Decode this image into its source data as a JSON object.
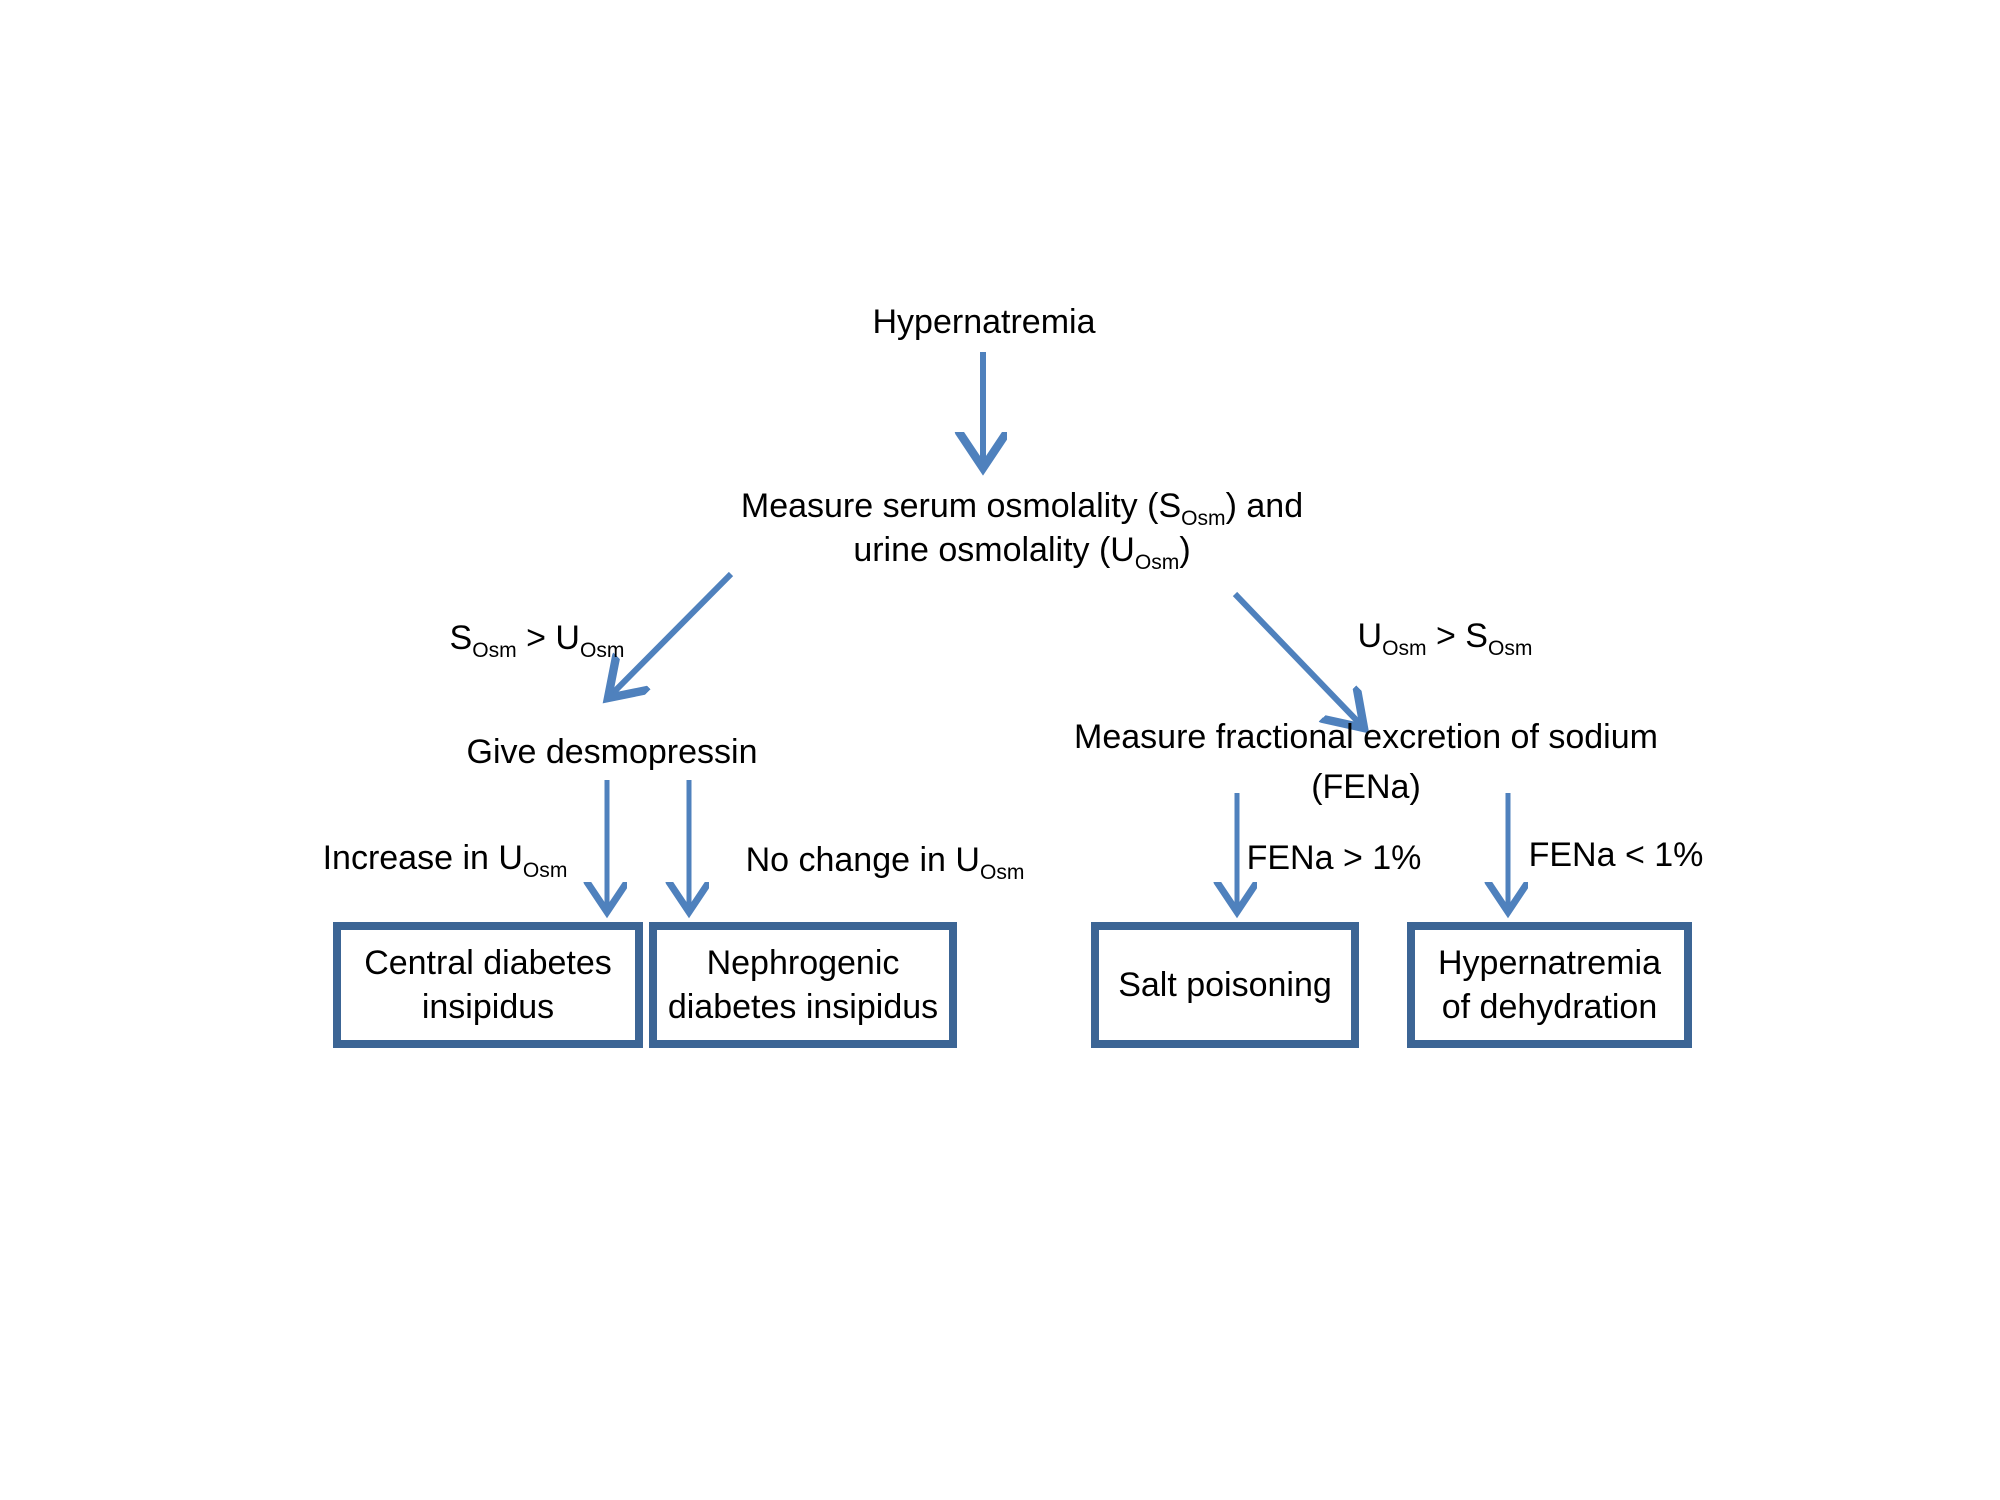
{
  "colors": {
    "arrow": "#4F81BD",
    "box_border": "#3C6595",
    "text": "#000000",
    "background": "#FFFFFF"
  },
  "flowchart": {
    "title_node": "Hypernatremia",
    "measure_osmolality_node": {
      "lines": [
        "Measure serum osmolality (S_{Osm}) and",
        "urine osmolality (U_{Osm})"
      ]
    },
    "left_branch": {
      "condition_label": "S_{Osm} > U_{Osm}",
      "action_node": "Give desmopressin",
      "increase_label": "Increase in U_{Osm}",
      "no_change_label": "No change in U_{Osm}",
      "central_di_box": {
        "lines": [
          "Central diabetes",
          "insipidus"
        ]
      },
      "nephrogenic_di_box": {
        "lines": [
          "Nephrogenic",
          "diabetes insipidus"
        ]
      }
    },
    "right_branch": {
      "condition_label": "U_{Osm} > S_{Osm}",
      "action_node": {
        "lines": [
          "Measure fractional excretion of sodium",
          "(FENa)"
        ]
      },
      "fena_high_label": "FENa > 1%",
      "fena_low_label": "FENa < 1%",
      "salt_poisoning_box": {
        "lines": [
          "Salt poisoning"
        ]
      },
      "dehydration_box": {
        "lines": [
          "Hypernatremia",
          "of dehydration"
        ]
      }
    }
  }
}
